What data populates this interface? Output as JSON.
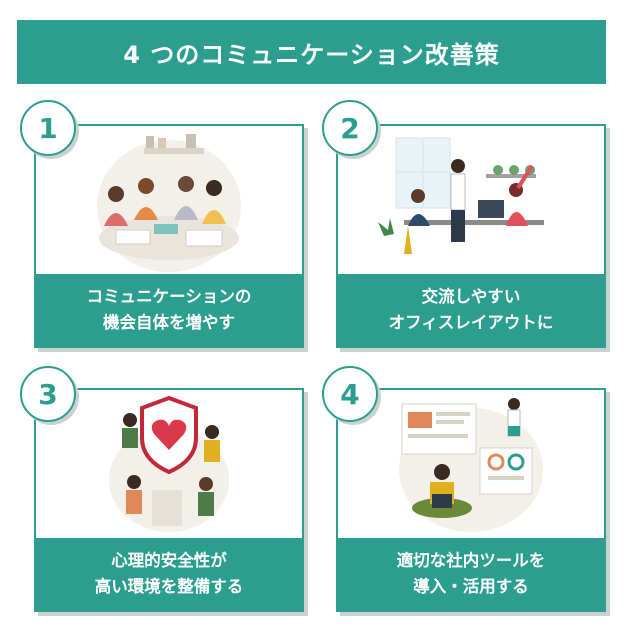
{
  "title": "4 つのコミュニケーション改善策",
  "accent_color": "#2b9e8f",
  "cards": [
    {
      "number": "1",
      "line1": "コミュニケーションの",
      "line2": "機会自体を増やす",
      "illustration": "team-meeting-illustration"
    },
    {
      "number": "2",
      "line1": "交流しやすい",
      "line2": "オフィスレイアウトに",
      "illustration": "office-layout-illustration"
    },
    {
      "number": "3",
      "line1": "心理的安全性が",
      "line2": "高い環境を整備する",
      "illustration": "psychological-safety-illustration"
    },
    {
      "number": "4",
      "line1": "適切な社内ツールを",
      "line2": "導入・活用する",
      "illustration": "online-tools-illustration"
    }
  ]
}
